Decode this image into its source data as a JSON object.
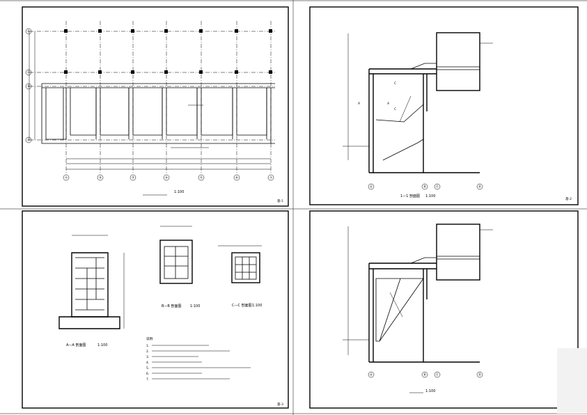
{
  "panels": {
    "plan": {
      "axis_labels_bottom": [
        "①",
        "②",
        "③",
        "④",
        "⑤",
        "⑥",
        "⑦"
      ],
      "axis_labels_left": [
        "Ⓓ",
        "Ⓒ",
        "Ⓑ",
        "Ⓐ"
      ],
      "scale": "1:100",
      "sheet_no": "基-1"
    },
    "section_11": {
      "title": "1—1 剖面图",
      "scale": "1:100",
      "axis_labels": [
        "Ⓐ",
        "Ⓑ",
        "Ⓒ",
        "Ⓓ"
      ],
      "cut_letters": [
        "A",
        "A",
        "C",
        "C"
      ],
      "sheet_no": "基-2"
    },
    "details": {
      "title_a": "A—A 剖面图",
      "title_b": "B—B 剖面图",
      "title_c": "C—C 剖面图",
      "scale": "1:100",
      "notes_heading": "说明:",
      "notes": [
        "1.",
        "2.",
        "3.",
        "4.",
        "5.",
        "6.",
        "7."
      ],
      "sheet_no": "基-3"
    },
    "section_alt": {
      "scale": "1:100",
      "axis_labels": [
        "Ⓐ",
        "Ⓑ",
        "Ⓒ",
        "Ⓓ"
      ]
    }
  }
}
